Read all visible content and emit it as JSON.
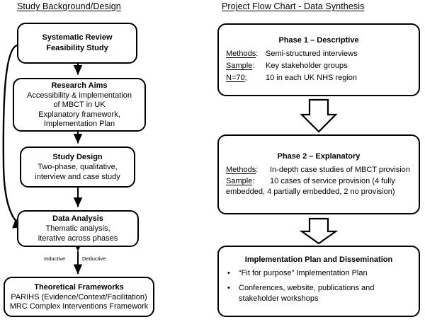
{
  "titles": {
    "left": "Study Background/Design",
    "right": "Project Flow Chart - Data Synthesis"
  },
  "left_column": {
    "nodes": [
      {
        "id": "systematic-review",
        "header": "Systematic Review",
        "lines": [
          "Feasibility Study"
        ]
      },
      {
        "id": "research-aims",
        "header": "Research Aims",
        "lines": [
          "Accessibility & implementation",
          "of MBCT in UK",
          "Explanatory framework,",
          "Implementation Plan"
        ]
      },
      {
        "id": "study-design",
        "header": "Study Design",
        "lines": [
          "Two-phase, qualitative,",
          "interview and case study"
        ]
      },
      {
        "id": "data-analysis",
        "header": "Data Analysis",
        "lines": [
          "Thematic analysis,",
          "iterative across phases"
        ]
      },
      {
        "id": "theoretical-frameworks",
        "header": "Theoretical Frameworks",
        "lines": [
          "PARIHS (Evidence/Context/Facilitation)",
          "MRC Complex Interventions Framework"
        ]
      }
    ],
    "edge_labels": {
      "inductive": "Inductive",
      "deductive": "Deductive"
    }
  },
  "right_column": {
    "phase1": {
      "header": "Phase 1 – Descriptive",
      "rows": [
        {
          "label": "Methods",
          "suffix": ":",
          "value": "Semi-structured interviews"
        },
        {
          "label": "Sample",
          "suffix": ":",
          "value": "Key stakeholder groups"
        },
        {
          "label": "N=70",
          "suffix": ";",
          "value": "10 in each UK NHS region"
        }
      ]
    },
    "phase2": {
      "header": "Phase 2 – Explanatory",
      "rows": [
        {
          "label": "Methods",
          "suffix": ":",
          "value": "In-depth case studies of MBCT provision"
        }
      ],
      "wrap_row": {
        "label": "Sample",
        "suffix": ":",
        "value": "10 cases of service provision (4 fully",
        "value_line2": "embedded, 4 partially embedded, 2 no provision)"
      }
    },
    "implementation": {
      "header": "Implementation Plan and Dissemination",
      "bullet_glyph": "•",
      "bullets": [
        "“Fit for purpose” Implementation Plan",
        "Conferences, website, publications and stakeholder workshops"
      ]
    }
  },
  "colors": {
    "stroke": "#000000",
    "background": "#ffffff"
  }
}
